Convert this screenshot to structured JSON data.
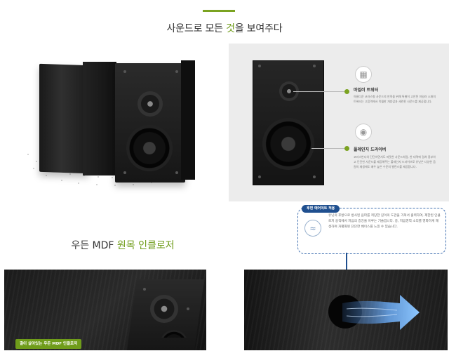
{
  "top_section": {
    "title_prefix": "사운드로 모든 ",
    "title_accent": "것",
    "title_suffix": "을 보여주다"
  },
  "features": [
    {
      "title": "마일러 트위터",
      "description": "아름다운 코러스형 사운드의 만족을 위해 특별히 고안된 마일러 소재의 트위터는 고음역에서 탁월한 개방감과 세련된 사운드를 제공합니다.",
      "icon": "tweeter-grid-icon"
    },
    {
      "title": "풀레인지 드라이버",
      "description": "코러스반디의 단단하면서도 따뜻한 사운드처럼, 한 대역에 걸쳐 풍부하고 단단한 사운드를 제공해주는 풀레인지 드라이브로 유닛은 다양한 음원의 재생에도 매우 높은 수준의 밸런스를 제공합니다.",
      "icon": "driver-cone-icon"
    }
  ],
  "airflow": {
    "tag": "후면 에어덕트 적용",
    "text": "유닛의 후방으로 방사된 음파를 적당한 길이의 도관을 거쳐서 출력하여, 제한된 인클로저 용적에서 저음의 증강을 이루는 기술입니다. 중, 저음영역 소리를 영화하게 재생하며 차별화된 단단한 베이스를 느낄 수 있습니다.",
    "icon": "air-flow-icon"
  },
  "mdf_section": {
    "title_prefix": "우든 MDF ",
    "title_accent": "원목 인클로저",
    "badge": "결이 살아있는 우든 MDF 인클로저"
  },
  "colors": {
    "accent_green": "#6f9c1a",
    "accent_blue": "#1f4f8f",
    "panel_gray": "#ececec"
  }
}
